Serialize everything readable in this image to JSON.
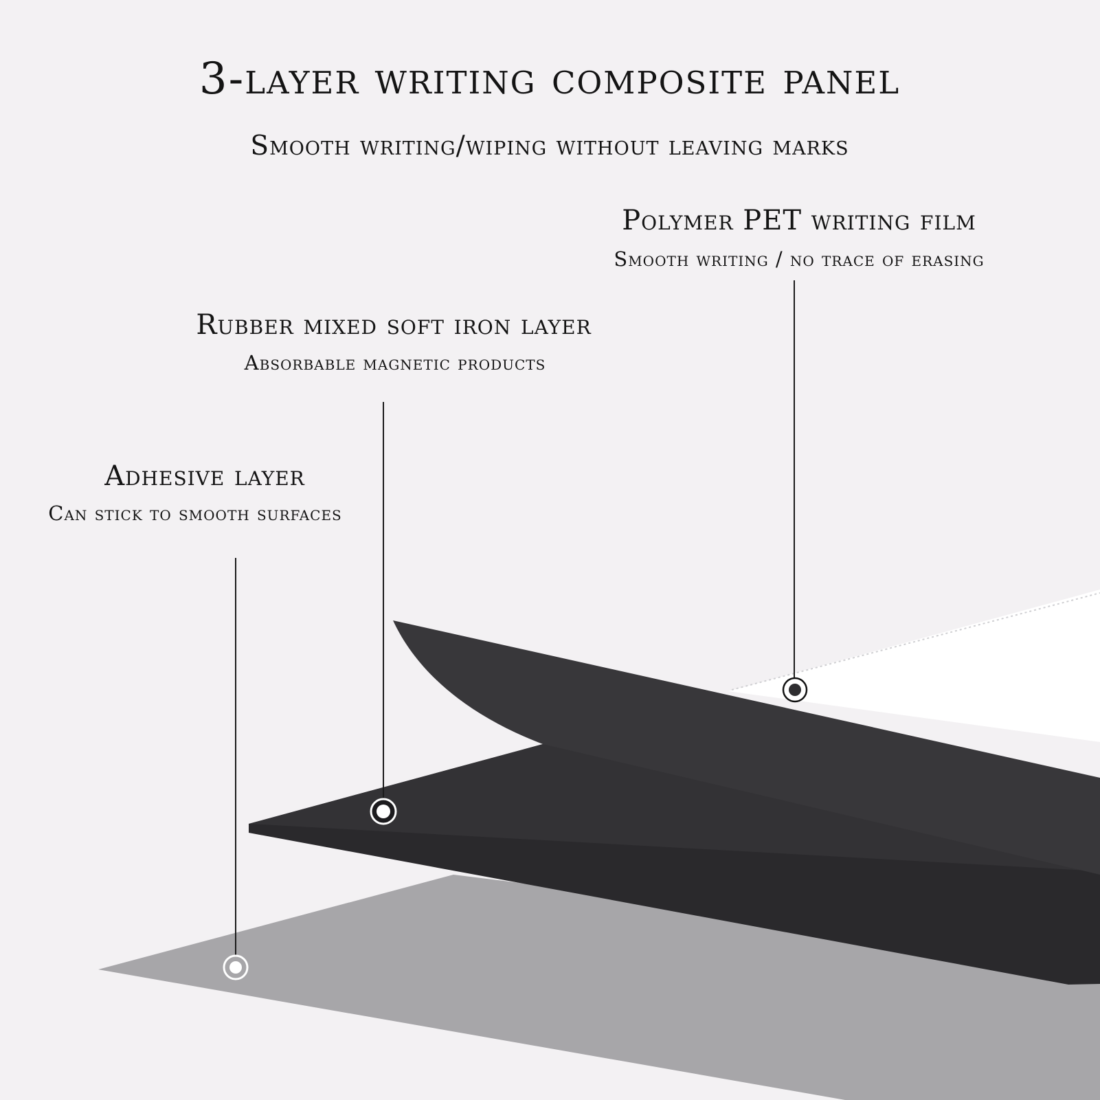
{
  "title": "3-layer writing composite panel",
  "subtitle": "Smooth writing/wiping without leaving marks",
  "layers": [
    {
      "name": "Polymer PET writing film",
      "description": "Smooth writing / no trace of erasing",
      "color": "#ffffff"
    },
    {
      "name": "Rubber mixed soft iron layer",
      "description": "Absorbable magnetic products",
      "color": "#363538"
    },
    {
      "name": "Adhesive layer",
      "description": "Can stick to smooth surfaces",
      "color": "#a7a6a9"
    }
  ],
  "colors": {
    "background": "#f3f1f3",
    "text": "#141414",
    "leader": "#1a1a1a"
  }
}
